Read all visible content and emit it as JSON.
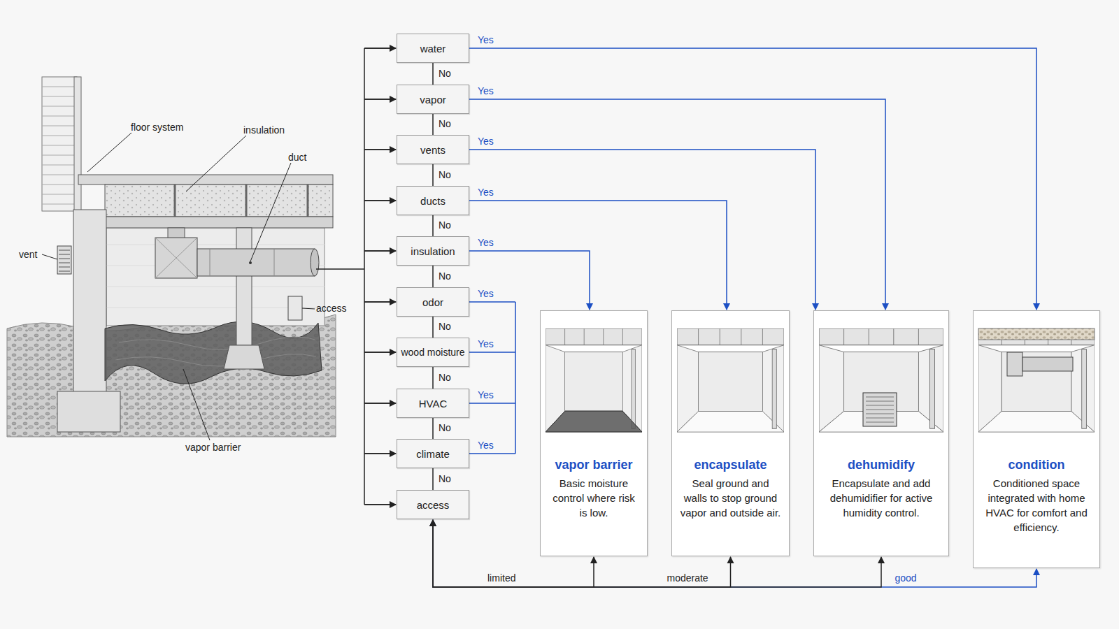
{
  "diagram": {
    "nodes": [
      {
        "text": [
          "water"
        ]
      },
      {
        "text": [
          "vapor"
        ]
      },
      {
        "text": [
          "vents"
        ]
      },
      {
        "text": [
          "ducts"
        ]
      },
      {
        "text": [
          "insulation"
        ]
      },
      {
        "text": [
          "odor"
        ]
      },
      {
        "text": [
          "wood moisture"
        ]
      },
      {
        "text": [
          "HVAC"
        ]
      },
      {
        "text": [
          "climate"
        ]
      },
      {
        "text": [
          "access"
        ]
      },
      {
        "text": [
          "vapor barrier",
          "Basic moisture control where risk is low."
        ]
      },
      {
        "text": [
          "encapsulate",
          "Seal ground and walls to stop ground vapor and outside air."
        ]
      },
      {
        "text": [
          "dehumidify",
          "Encapsulate and add dehumidifier for active humidity control."
        ]
      },
      {
        "text": [
          "condition",
          "Conditioned space integrated with home HVAC for comfort and efficiency."
        ]
      }
    ],
    "edges": [
      {
        "from": 0,
        "to": 1,
        "label": "No",
        "arrow": "none"
      },
      {
        "from": 1,
        "to": 2,
        "label": "No",
        "arrow": "none"
      },
      {
        "from": 2,
        "to": 3,
        "label": "No",
        "arrow": "none"
      },
      {
        "from": 3,
        "to": 4,
        "label": "No",
        "arrow": "none"
      },
      {
        "from": 4,
        "to": 5,
        "label": "No",
        "arrow": "none"
      },
      {
        "from": 5,
        "to": 6,
        "label": "No",
        "arrow": "none"
      },
      {
        "from": 6,
        "to": 7,
        "label": "No",
        "arrow": "none"
      },
      {
        "from": 7,
        "to": 8,
        "label": "No",
        "arrow": "none"
      },
      {
        "from": 8,
        "to": 9,
        "label": "No",
        "arrow": "none"
      },
      {
        "from": 0,
        "to": 13,
        "label": "Yes",
        "arrow": "to"
      },
      {
        "from": 1,
        "to": 12,
        "label": "Yes",
        "arrow": "to"
      },
      {
        "from": 2,
        "to": 12,
        "label": "Yes",
        "arrow": "to"
      },
      {
        "from": 3,
        "to": 11,
        "label": "Yes",
        "arrow": "to"
      },
      {
        "from": 4,
        "to": 10,
        "label": "Yes",
        "arrow": "to"
      },
      {
        "from": 9,
        "to": 10,
        "label": "limited",
        "arrow": "both"
      },
      {
        "from": 9,
        "to": 11,
        "label": "moderate",
        "arrow": "both"
      },
      {
        "from": 9,
        "to": 12,
        "arrow": "both"
      },
      {
        "from": 9,
        "to": 13,
        "label": "good",
        "arrow": "both"
      }
    ],
    "labels": [
      "floor system",
      "insulation",
      "duct",
      "vent",
      "access",
      "vapor barrier",
      "Yes",
      "Yes",
      "Yes",
      "Yes"
    ]
  }
}
